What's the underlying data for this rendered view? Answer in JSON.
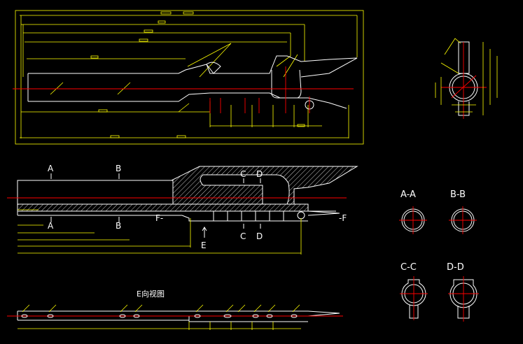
{
  "labels": {
    "a_top": "A",
    "b_top": "B",
    "c_top": "C",
    "d_top": "D",
    "a_bot": "A",
    "b_bot": "B",
    "c_bot": "C",
    "d_bot": "D",
    "f_left": "F-",
    "f_right": "-F",
    "e_arrow": "E",
    "view_e_title": "E向视图",
    "section_aa": "A-A",
    "section_bb": "B-B",
    "section_cc": "C-C",
    "section_dd": "D-D"
  },
  "colors": {
    "background": "#000000",
    "outline": "#ffffff",
    "dimension": "#ffff00",
    "centerline": "#ff0000"
  }
}
